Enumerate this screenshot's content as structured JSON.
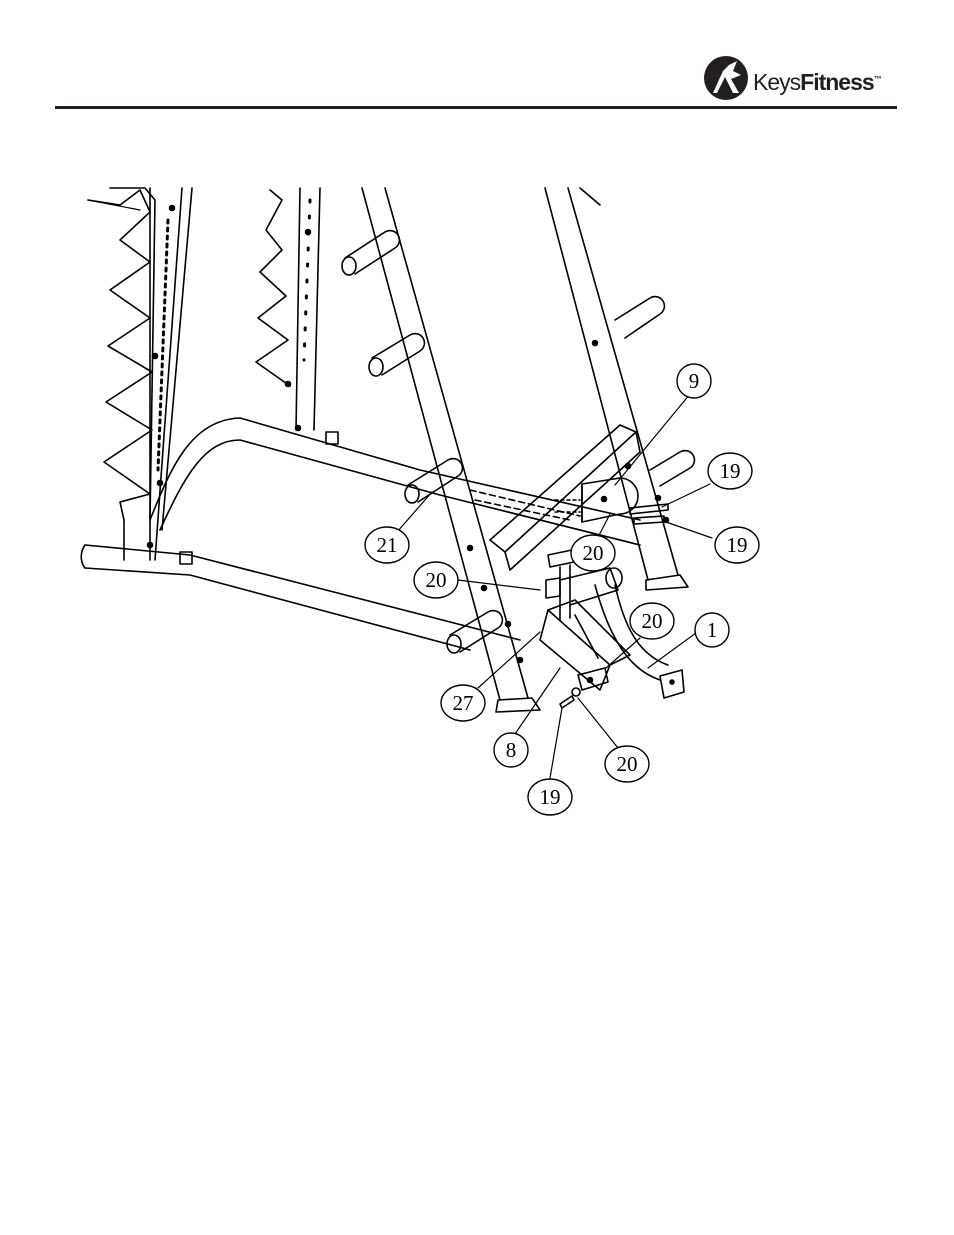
{
  "brand": {
    "name_light": "Keys",
    "name_bold": "Fitness",
    "trademark": "™"
  },
  "callouts": {
    "c9": "9",
    "c19a": "19",
    "c19b": "19",
    "c20a": "20",
    "c21": "21",
    "c20b": "20",
    "c20c": "20",
    "c1": "1",
    "c27": "27",
    "c8": "8",
    "c20d": "20",
    "c19c": "19"
  },
  "colors": {
    "ink": "#000000",
    "rule": "#231f20"
  }
}
